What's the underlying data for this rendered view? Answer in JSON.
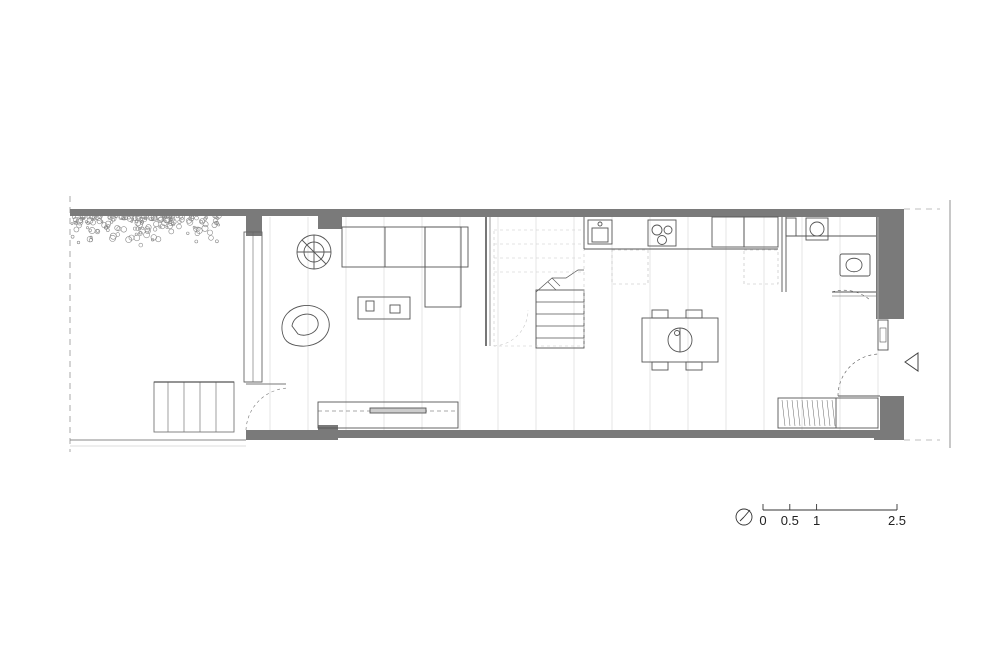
{
  "colors": {
    "wall": "#7a7a7a",
    "line": "#555555",
    "light_line": "#c8c8c8",
    "floor_joint": "#d6d6d6",
    "foliage": "#8a8a8a"
  },
  "icons": [
    "north-arrow-icon",
    "entrance-arrow-icon"
  ],
  "scale_bar": {
    "unit": "m",
    "ticks": [
      {
        "value": 0,
        "label": "0"
      },
      {
        "value": 0.5,
        "label": "0.5"
      },
      {
        "value": 1,
        "label": "1"
      },
      {
        "value": 2.5,
        "label": "2.5"
      }
    ]
  }
}
